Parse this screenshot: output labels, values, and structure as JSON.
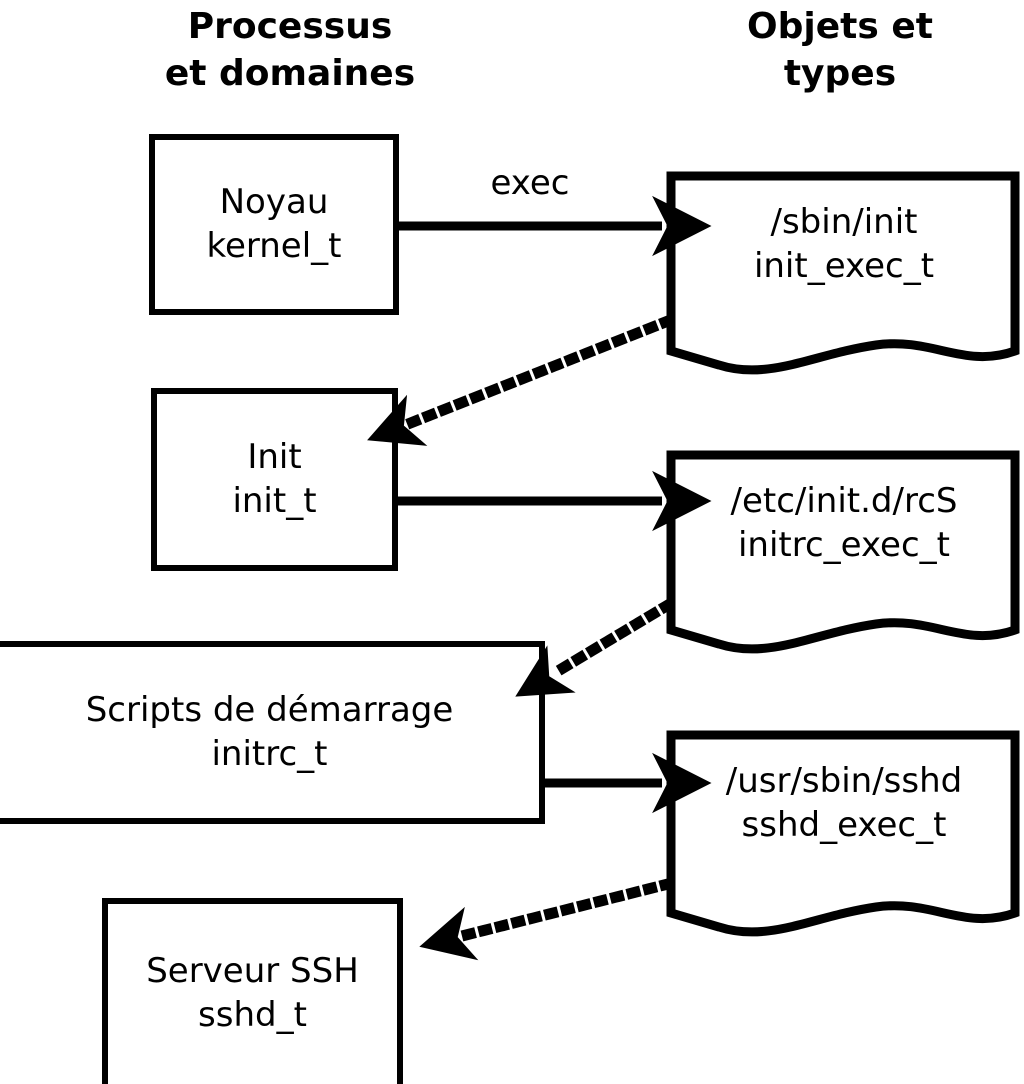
{
  "diagram": {
    "title_left": "Processus\net domaines",
    "title_right": "Objets et\ntypes",
    "colors": {
      "stroke": "#000000",
      "fill": "#ffffff"
    },
    "process_boxes": [
      {
        "id": "kernel",
        "label": "Noyau\nkernel_t"
      },
      {
        "id": "init",
        "label": "Init\ninit_t"
      },
      {
        "id": "initrc",
        "label": "Scripts de démarrage\ninitrc_t"
      },
      {
        "id": "sshd",
        "label": "Serveur SSH\nsshd_t"
      }
    ],
    "object_docs": [
      {
        "id": "init_exec",
        "label": "/sbin/init\ninit_exec_t"
      },
      {
        "id": "initrc_exec",
        "label": "/etc/init.d/rcS\ninitrc_exec_t"
      },
      {
        "id": "sshd_exec",
        "label": "/usr/sbin/sshd\nsshd_exec_t"
      }
    ],
    "edges": [
      {
        "id": "kernel-exec-init_exec",
        "from": "kernel",
        "to": "init_exec",
        "style": "solid",
        "label": "exec"
      },
      {
        "id": "init_exec-transition-init",
        "from": "init_exec",
        "to": "init",
        "style": "dotted",
        "label": ""
      },
      {
        "id": "init-exec-initrc_exec",
        "from": "init",
        "to": "initrc_exec",
        "style": "solid",
        "label": ""
      },
      {
        "id": "initrc_exec-transition-initrc",
        "from": "initrc_exec",
        "to": "initrc",
        "style": "dotted",
        "label": ""
      },
      {
        "id": "initrc-exec-sshd_exec",
        "from": "initrc",
        "to": "sshd_exec",
        "style": "solid",
        "label": ""
      },
      {
        "id": "sshd_exec-transition-sshd",
        "from": "sshd_exec",
        "to": "sshd",
        "style": "dotted",
        "label": ""
      }
    ]
  }
}
